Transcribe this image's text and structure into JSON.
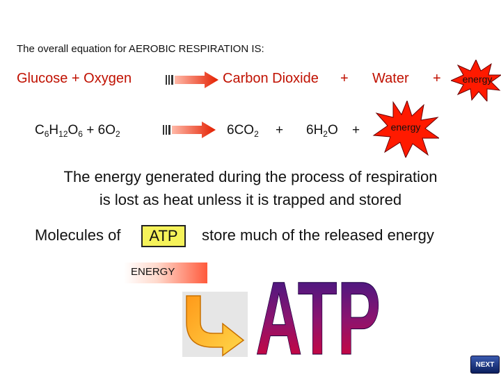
{
  "intro": "The overall equation for AEROBIC RESPIRATION IS:",
  "word_equation": {
    "reactants": "Glucose + Oxygen",
    "product1": "Carbon Dioxide",
    "plus1": "+",
    "product2": "Water",
    "plus2": "+",
    "energy": "energy"
  },
  "chem_equation": {
    "r_C": "C",
    "r_C_sub": "6",
    "r_H": "H",
    "r_H_sub": "12",
    "r_O": "O",
    "r_O_sub": "6",
    "r_plus": " + 6O",
    "r_O2_sub": "2",
    "p_co2": "6CO",
    "p_co2_sub": "2",
    "plus1": "+",
    "p_h2o_a": "6H",
    "p_h2o_sub": "2",
    "p_h2o_b": "O",
    "plus2": "+",
    "energy": "energy"
  },
  "paragraph": {
    "line1": "The energy generated during the process of respiration",
    "line2": "is lost as heat unless it is trapped and stored"
  },
  "molecules": {
    "prefix": "Molecules of",
    "atp": "ATP",
    "suffix": "store much of the released energy"
  },
  "energy_bar_label": "ENERGY",
  "atp_big": "ATP",
  "next_label": "NEXT",
  "colors": {
    "equation_red": "#c01000",
    "starburst": "#ff1a00",
    "atp_gradient_top": "#2a1a8a",
    "atp_gradient_bottom": "#e4002b",
    "highlight": "#f5f25a"
  }
}
